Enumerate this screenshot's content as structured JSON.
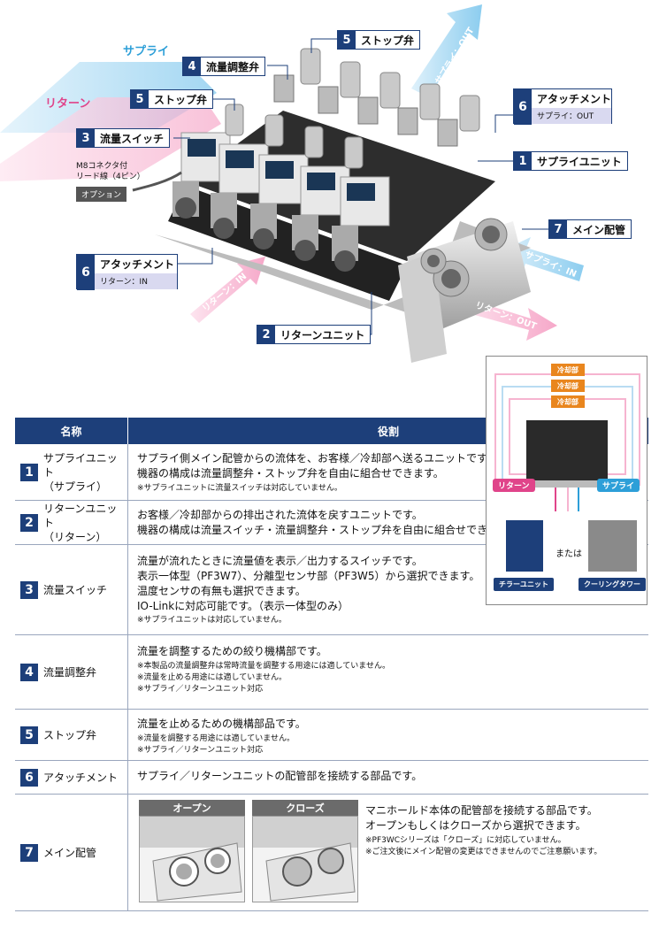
{
  "hero": {
    "supply_arrow": "サプライ",
    "return_arrow": "リターン",
    "supply_out": "サプライ：OUT",
    "supply_in": "サプライ：IN",
    "return_in": "リターン：IN",
    "return_out": "リターン：OUT",
    "callouts": [
      {
        "num": "5",
        "label": "ストップ弁"
      },
      {
        "num": "4",
        "label": "流量調整弁"
      },
      {
        "num": "5",
        "label": "ストップ弁"
      },
      {
        "num": "3",
        "label": "流量スイッチ"
      },
      {
        "num": "1",
        "label": "サプライユニット"
      },
      {
        "num": "7",
        "label": "メイン配管"
      },
      {
        "num": "2",
        "label": "リターンユニット"
      }
    ],
    "attach_top": {
      "num": "6",
      "label": "アタッチメント",
      "sub": "サプライ：OUT"
    },
    "attach_bottom": {
      "num": "6",
      "label": "アタッチメント",
      "sub": "リターン：IN"
    },
    "connector_note": [
      "M8コネクタ付",
      "リード線（4ピン）"
    ],
    "option": "オプション"
  },
  "table": {
    "header": {
      "name": "名称",
      "role": "役割"
    },
    "rows": [
      {
        "num": "1",
        "name": [
          "サプライユニット",
          "（サプライ）"
        ],
        "lines": [
          "サプライ側メイン配管からの流体を、お客様／冷却部へ送るユニットです。",
          "機器の構成は流量調整弁・ストップ弁を自由に組合せできます。"
        ],
        "notes": [
          "※サプライユニットに流量スイッチは対応していません。"
        ]
      },
      {
        "num": "2",
        "name": [
          "リターンユニット",
          "（リターン）"
        ],
        "lines": [
          "お客様／冷却部からの排出された流体を戻すユニットです。",
          "機器の構成は流量スイッチ・流量調整弁・ストップ弁を自由に組合せできます。"
        ],
        "notes": []
      },
      {
        "num": "3",
        "name": [
          "流量スイッチ"
        ],
        "lines": [
          "流量が流れたときに流量値を表示／出力するスイッチです。",
          "表示一体型（PF3W7）、分離型センサ部（PF3W5）から選択できます。",
          "温度センサの有無も選択できます。",
          "IO-Linkに対応可能です。（表示一体型のみ）"
        ],
        "notes": [
          "※サプライユニットは対応していません。"
        ]
      },
      {
        "num": "4",
        "name": [
          "流量調整弁"
        ],
        "lines": [
          "流量を調整するための絞り機構部です。"
        ],
        "notes": [
          "※本製品の流量調整弁は常時流量を調整する用途には適していません。",
          "※流量を止める用途には適していません。",
          "※サプライ／リターンユニット対応"
        ]
      },
      {
        "num": "5",
        "name": [
          "ストップ弁"
        ],
        "lines": [
          "流量を止めるための機構部品です。"
        ],
        "notes": [
          "※流量を調整する用途には適していません。",
          "※サプライ／リターンユニット対応"
        ]
      },
      {
        "num": "6",
        "name": [
          "アタッチメント"
        ],
        "lines": [
          "サプライ／リターンユニットの配管部を接続する部品です。"
        ],
        "notes": []
      },
      {
        "num": "7",
        "name": [
          "メイン配管"
        ],
        "lines": [
          "マニホールド本体の配管部を接続する部品です。",
          "オープンもしくはクローズから選択できます。"
        ],
        "notes": [
          "※PF3WCシリーズは「クローズ」に対応していません。",
          "※ご注文後にメイン配管の変更はできませんのでご注意願います。"
        ]
      }
    ],
    "open_label": "オープン",
    "close_label": "クローズ"
  },
  "diagram": {
    "cooling": [
      "冷却部",
      "冷却部",
      "冷却部"
    ],
    "return": "リターン",
    "supply": "サプライ",
    "or": "または",
    "chiller": "チラーユニット",
    "tower": "クーリングタワー"
  },
  "colors": {
    "navy": "#1d3f7a",
    "pink": "#e0448a",
    "blue": "#2d9fd8",
    "orange": "#e9861e"
  }
}
